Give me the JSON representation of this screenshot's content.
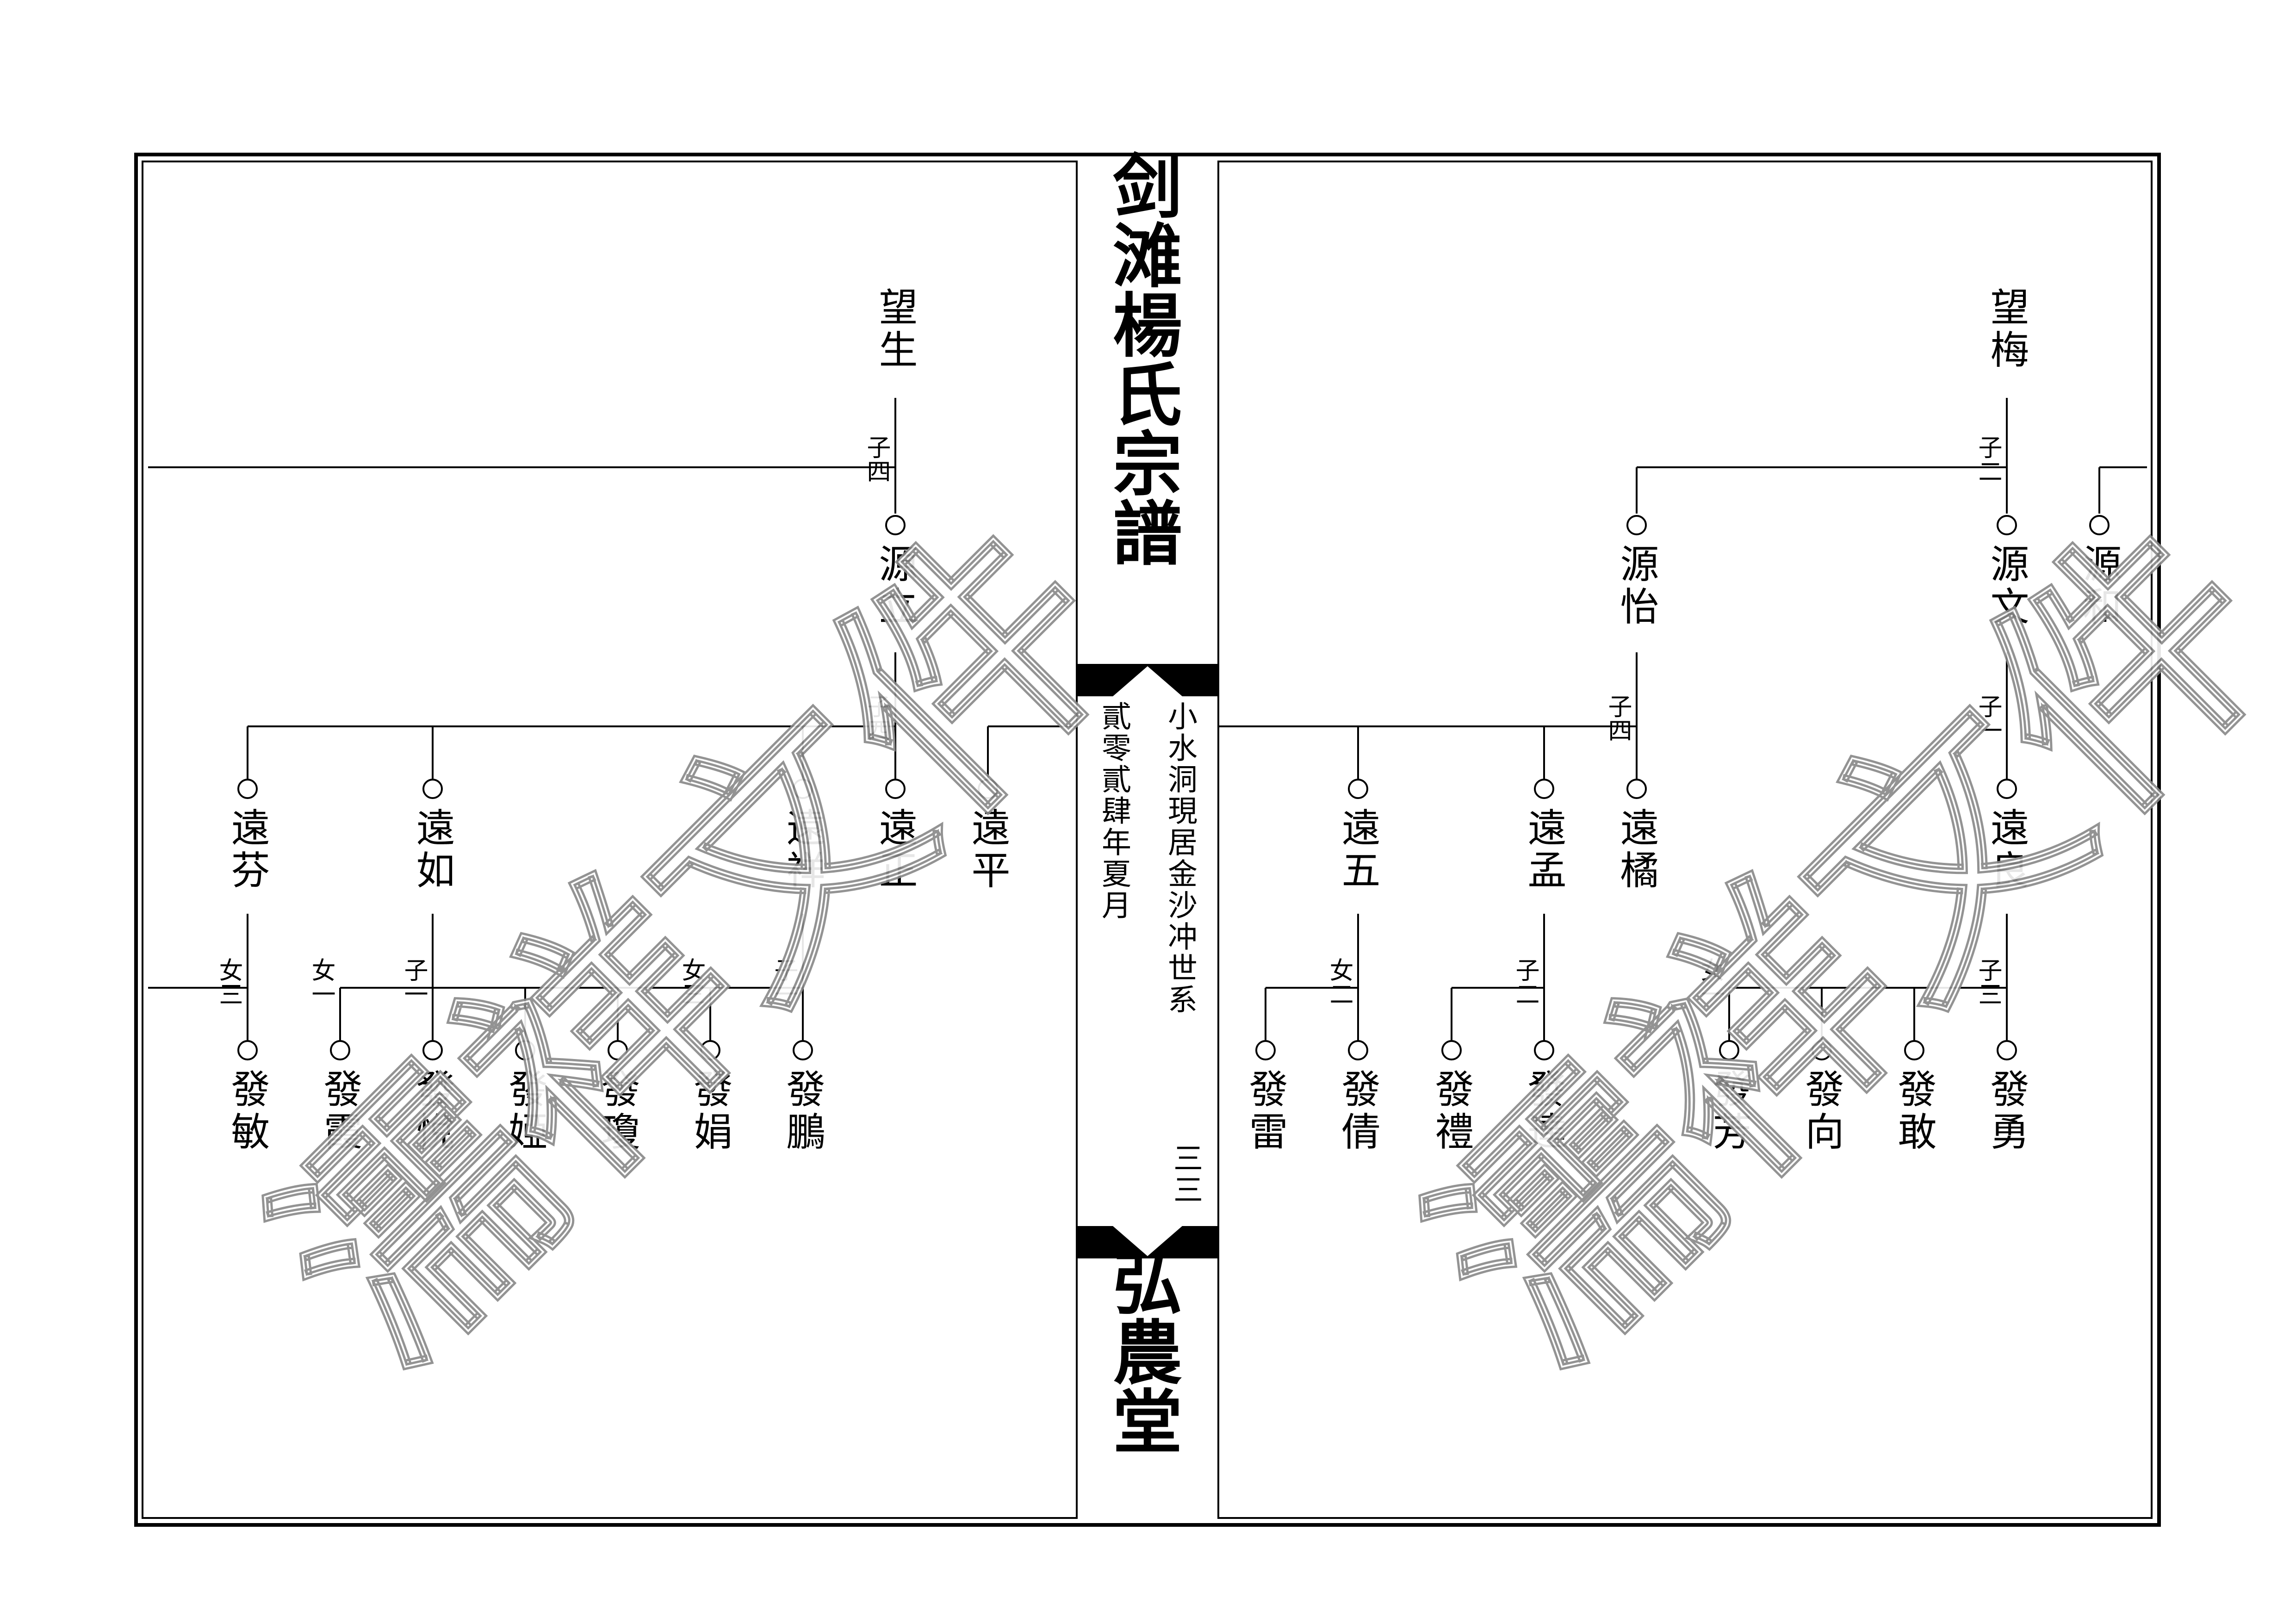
{
  "title_chars": [
    "剑",
    "滩",
    "楊",
    "氏",
    "宗",
    "譜"
  ],
  "hall_chars": [
    "弘",
    "農",
    "堂"
  ],
  "spine": {
    "branch": "小水洞現居金沙冲世系",
    "date": "貳零貳肆年夏月",
    "page_no": "三三"
  },
  "watermark": "濡祥文件",
  "left_page": {
    "gen1": {
      "name": "望生",
      "note": "子四"
    },
    "gen2": {
      "name": "源立",
      "note": "子四"
    },
    "gen3": [
      {
        "name": "遠正"
      },
      {
        "name": "遠祥",
        "note": "子一 女三"
      },
      {
        "name": "遠如",
        "note": "子一 女一"
      },
      {
        "name": "遠芬",
        "note": "女三"
      },
      {
        "name": "遠平"
      }
    ],
    "gen4": [
      {
        "name": "發鵬"
      },
      {
        "name": "發娟"
      },
      {
        "name": "發瓊"
      },
      {
        "name": "發婭"
      },
      {
        "name": "發悅"
      },
      {
        "name": "發霞"
      },
      {
        "name": "發敏"
      }
    ],
    "notes": {
      "xiang_zi": "子一",
      "xiang_nu": "女三",
      "ru_zi": "子一",
      "ru_nu": "女一",
      "fen_nu": "女三"
    }
  },
  "right_page": {
    "gen1": {
      "name": "望梅",
      "note": "子二"
    },
    "gen2": [
      {
        "name": "源和"
      },
      {
        "name": "源文",
        "note": "子一"
      },
      {
        "name": "源怡",
        "note": "子四"
      }
    ],
    "gen3": [
      {
        "name": "遠良",
        "note": "子三 女一"
      },
      {
        "name": "遠橘"
      },
      {
        "name": "遠孟",
        "note": "子二"
      },
      {
        "name": "遠五",
        "note": "女二"
      }
    ],
    "gen4": [
      {
        "name": "發勇"
      },
      {
        "name": "發敢"
      },
      {
        "name": "發向"
      },
      {
        "name": "發芳"
      },
      {
        "name": "發達"
      },
      {
        "name": "發禮"
      },
      {
        "name": "發倩"
      },
      {
        "name": "發雷"
      }
    ],
    "notes": {
      "liang_zi": "子三",
      "liang_nu": "女一",
      "meng_zi": "子二",
      "wu_nu": "女二",
      "wen_zi": "子一",
      "yi_zi": "子四",
      "mei_zi": "子二"
    }
  }
}
